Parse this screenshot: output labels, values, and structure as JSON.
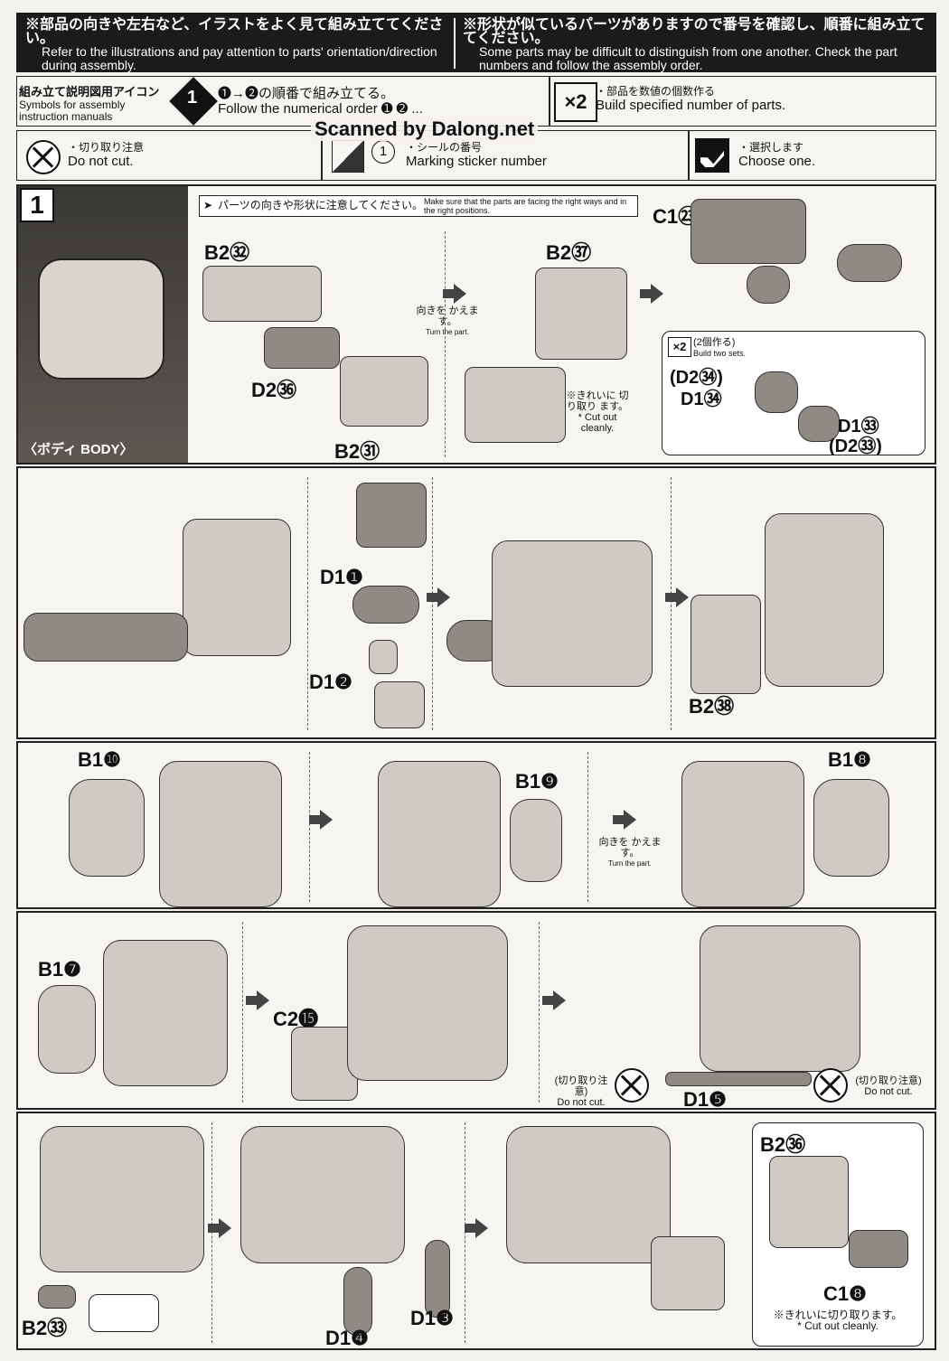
{
  "header": {
    "left_jp": "※部品の向きや左右など、イラストをよく見て組み立ててください。",
    "left_en": "Refer to the illustrations and pay attention to parts' orientation/direction during assembly.",
    "right_jp": "※形状が似ているパーツがありますので番号を確認し、順番に組み立ててください。",
    "right_en": "Some parts may be difficult to distinguish from one another. Check the part numbers and follow the assembly order."
  },
  "icons": {
    "title_jp": "組み立て説明図用アイコン",
    "title_en": "Symbols for assembly instruction manuals",
    "order_jp": "➊→➋の順番で組み立てる。",
    "order_en": "Follow the numerical order ➊ ➋ ...",
    "x2_label": "×2",
    "x2_jp": "・部品を数値の個数作る",
    "x2_en": "Build specified number of parts.",
    "nocut_jp": "・切り取り注意",
    "nocut_en": "Do not cut.",
    "sticker_num": "1",
    "sticker_jp": "・シールの番号",
    "sticker_en": "Marking sticker number",
    "choose_jp": "・選択します",
    "choose_en": "Choose one."
  },
  "watermark": "Scanned by Dalong.net",
  "step1": {
    "number": "1",
    "body_label": "〈ボディ BODY〉",
    "caution_jp": "パーツの向きや形状に注意してください。",
    "caution_en": "Make sure that the parts are facing the right ways and in the right positions.",
    "turn_jp": "向きを かえます。",
    "turn_en": "Turn the part.",
    "cut_clean_jp": "※きれいに 切り取り ます。",
    "cut_clean_en": "* Cut out cleanly.",
    "build_two_jp": "(2個作る)",
    "build_two_en": "Build two sets."
  },
  "parts": {
    "b2_32": "B2㉜",
    "d2_36": "D2㊱",
    "b2_31": "B2㉛",
    "b2_37": "B2㊲",
    "c1_23": "C1㉓",
    "d2_34": "(D2㉞)",
    "d1_34": "D1㉞",
    "d1_33": "D1㉝",
    "d2_33": "(D2㉝)",
    "d1_1": "D1❶",
    "d1_2": "D1❷",
    "b2_38": "B2㊳",
    "b1_10": "B1❿",
    "b1_9": "B1❾",
    "b1_8": "B1❽",
    "b1_7": "B1❼",
    "c2_15": "C2⓯",
    "d1_5": "D1❺",
    "nocut_jp": "(切り取り注意)",
    "nocut_en": "Do not cut.",
    "b2_33": "B2㉝",
    "d1_4": "D1❹",
    "d1_3": "D1❸",
    "b2_36": "B2㊱",
    "c1_8": "C1❽",
    "final_cut_jp": "※きれいに切り取ります。",
    "final_cut_en": "* Cut out cleanly."
  }
}
